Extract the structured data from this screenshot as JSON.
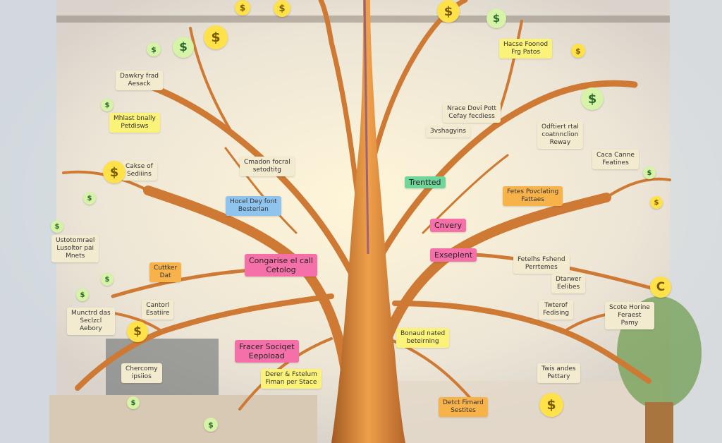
{
  "labels": [
    {
      "id": "l1",
      "text": "Hacse Foonod\nFrg Patos",
      "cls": "yellow"
    },
    {
      "id": "l2",
      "text": "Dawkry frad\nAesack",
      "cls": "beige"
    },
    {
      "id": "l3",
      "text": "Mhlast bnally\nPetdisws",
      "cls": "yellow"
    },
    {
      "id": "l4",
      "text": "Cakse of\nSediiins",
      "cls": "beige"
    },
    {
      "id": "l5",
      "text": "Cmadon focral\nsetodtitg",
      "cls": "beige"
    },
    {
      "id": "l6",
      "text": "Hocel Dey font\nBesterlan",
      "cls": "blue"
    },
    {
      "id": "l7",
      "text": "Ustotomrael\nLusoltor pai\nMnets",
      "cls": "beige"
    },
    {
      "id": "l8",
      "text": "Cuttker\nDat",
      "cls": "orange"
    },
    {
      "id": "l9",
      "text": "Congarise el call\nCetolog",
      "cls": "pink"
    },
    {
      "id": "l10",
      "text": "Cantorl\nEsatiire",
      "cls": "beige"
    },
    {
      "id": "l11",
      "text": "Munctrd das\nSeclzcl\nAebory",
      "cls": "beige"
    },
    {
      "id": "l12",
      "text": "Fracer Sociqet\nEepoload",
      "cls": "pink"
    },
    {
      "id": "l13",
      "text": "Chercomy\nipsiios",
      "cls": "beige"
    },
    {
      "id": "l14",
      "text": "Derer & Fstelum\nFiman per Stace",
      "cls": "yellow"
    },
    {
      "id": "l15",
      "text": "Nrace Dovi Pott\nCefay fecdiess",
      "cls": "beige"
    },
    {
      "id": "l16",
      "text": "3vshagyins",
      "cls": "beige"
    },
    {
      "id": "l17",
      "text": "Odftiert rtal\ncoatnnclion\nReway",
      "cls": "beige"
    },
    {
      "id": "l18",
      "text": "Caca Canne\nFeatines",
      "cls": "beige"
    },
    {
      "id": "l19",
      "text": "Trentted",
      "cls": "green"
    },
    {
      "id": "l20",
      "text": "Fetes Povclating\nFattaes",
      "cls": "orange"
    },
    {
      "id": "l21",
      "text": "Cnvery",
      "cls": "pink"
    },
    {
      "id": "l22",
      "text": "Exseplent",
      "cls": "pink"
    },
    {
      "id": "l23",
      "text": "Fetelhs Fshend\nPerrtemes",
      "cls": "beige"
    },
    {
      "id": "l24",
      "text": "Dtarwer\nEelibes",
      "cls": "beige"
    },
    {
      "id": "l25",
      "text": "Twterof\nFedising",
      "cls": "beige"
    },
    {
      "id": "l26",
      "text": "Scote Horine\nFeraest\nPamy",
      "cls": "beige"
    },
    {
      "id": "l27",
      "text": "Bonaud nated\nbeteirning",
      "cls": "yellow"
    },
    {
      "id": "l28",
      "text": "Twis andes\nPettary",
      "cls": "beige"
    },
    {
      "id": "l29",
      "text": "Detct Fimard\nSestites",
      "cls": "orange"
    }
  ],
  "coins": [
    {
      "id": "c1",
      "glyph": "$",
      "cls": "y"
    },
    {
      "id": "c2",
      "glyph": "$",
      "cls": "g"
    },
    {
      "id": "c3",
      "glyph": "$",
      "cls": "y"
    },
    {
      "id": "c4",
      "glyph": "$",
      "cls": "g"
    },
    {
      "id": "c5",
      "glyph": "$",
      "cls": "g"
    },
    {
      "id": "c6",
      "glyph": "$",
      "cls": "y"
    },
    {
      "id": "c7",
      "glyph": "$",
      "cls": "g"
    },
    {
      "id": "c8",
      "glyph": "$",
      "cls": "g"
    },
    {
      "id": "c9",
      "glyph": "$",
      "cls": "g"
    },
    {
      "id": "c10",
      "glyph": "$",
      "cls": "g"
    },
    {
      "id": "c11",
      "glyph": "$",
      "cls": "y"
    },
    {
      "id": "c12",
      "glyph": "$",
      "cls": "y"
    },
    {
      "id": "c13",
      "glyph": "$",
      "cls": "g"
    },
    {
      "id": "c14",
      "glyph": "$",
      "cls": "y"
    },
    {
      "id": "c15",
      "glyph": "$",
      "cls": "g"
    },
    {
      "id": "c16",
      "glyph": "$",
      "cls": "g"
    },
    {
      "id": "c17",
      "glyph": "$",
      "cls": "y"
    },
    {
      "id": "c18",
      "glyph": "$",
      "cls": "y"
    },
    {
      "id": "c19",
      "glyph": "$",
      "cls": "g"
    },
    {
      "id": "c20",
      "glyph": "$",
      "cls": "g"
    },
    {
      "id": "c21",
      "glyph": "C",
      "cls": "y"
    },
    {
      "id": "c22",
      "glyph": "$",
      "cls": "y"
    }
  ],
  "colors": {
    "trunk": "#c8742f",
    "trunk_light": "#f0a04a",
    "wall": "#e9e4dc",
    "glow": "#fff6d8"
  }
}
